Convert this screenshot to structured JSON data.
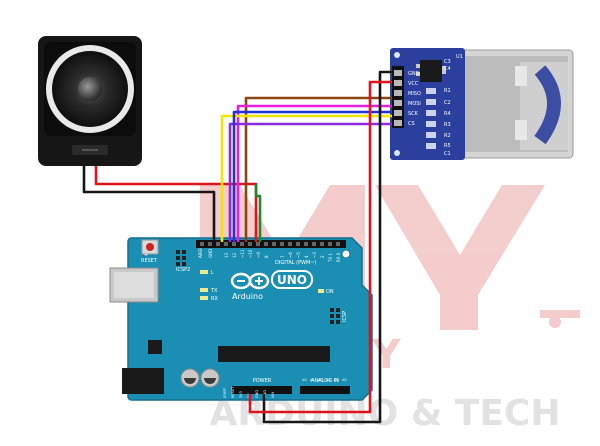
{
  "watermark": {
    "logo_letters": "MY",
    "line1": "MORY",
    "line2": "ARDUINO & TECH",
    "color": "#d94a4a"
  },
  "colors": {
    "board": "#1a8fb3",
    "board_dark": "#156f8d",
    "sd_module": "#2a3f9e",
    "wire_red": "#e2121d",
    "wire_black": "#161616",
    "wire_brown": "#8a4513",
    "wire_magenta": "#e61ee0",
    "wire_yellow": "#f2e600",
    "wire_blue": "#2231d8",
    "wire_purple": "#8a2be2",
    "wire_green": "#1f8a2a"
  },
  "arduino": {
    "brand": "Arduino",
    "model": "UNO",
    "icsp2": "ICSP2",
    "icsp": "ICSP",
    "reset": "RESET",
    "aref": "AREF",
    "gnd": "GND",
    "led_l": "L",
    "led_tx": "TX",
    "led_rx": "RX",
    "on": "ON",
    "digital": "DIGITAL (PWM~)",
    "power": "POWER",
    "analog": "ANALOG IN",
    "pins_top": [
      "13",
      "12",
      "~11",
      "~10",
      "~9",
      "8",
      "7",
      "~6",
      "~5",
      "4",
      "~3",
      "2",
      "TX 1",
      "RX 0"
    ],
    "pins_power": [
      "IOREF",
      "RESET",
      "3V3",
      "5V",
      "GND",
      "GND",
      "VIN"
    ],
    "pins_analog": [
      "A0",
      "A1",
      "A2",
      "A3",
      "A4",
      "A5"
    ]
  },
  "sd_module": {
    "pins": [
      "GND",
      "VCC",
      "MISO",
      "MOSI",
      "SCK",
      "CS"
    ],
    "components": [
      "U1",
      "C3",
      "C4",
      "R1",
      "C2",
      "R4",
      "R3",
      "R2",
      "R5",
      "C1"
    ]
  },
  "speaker": {
    "name": "speaker"
  }
}
